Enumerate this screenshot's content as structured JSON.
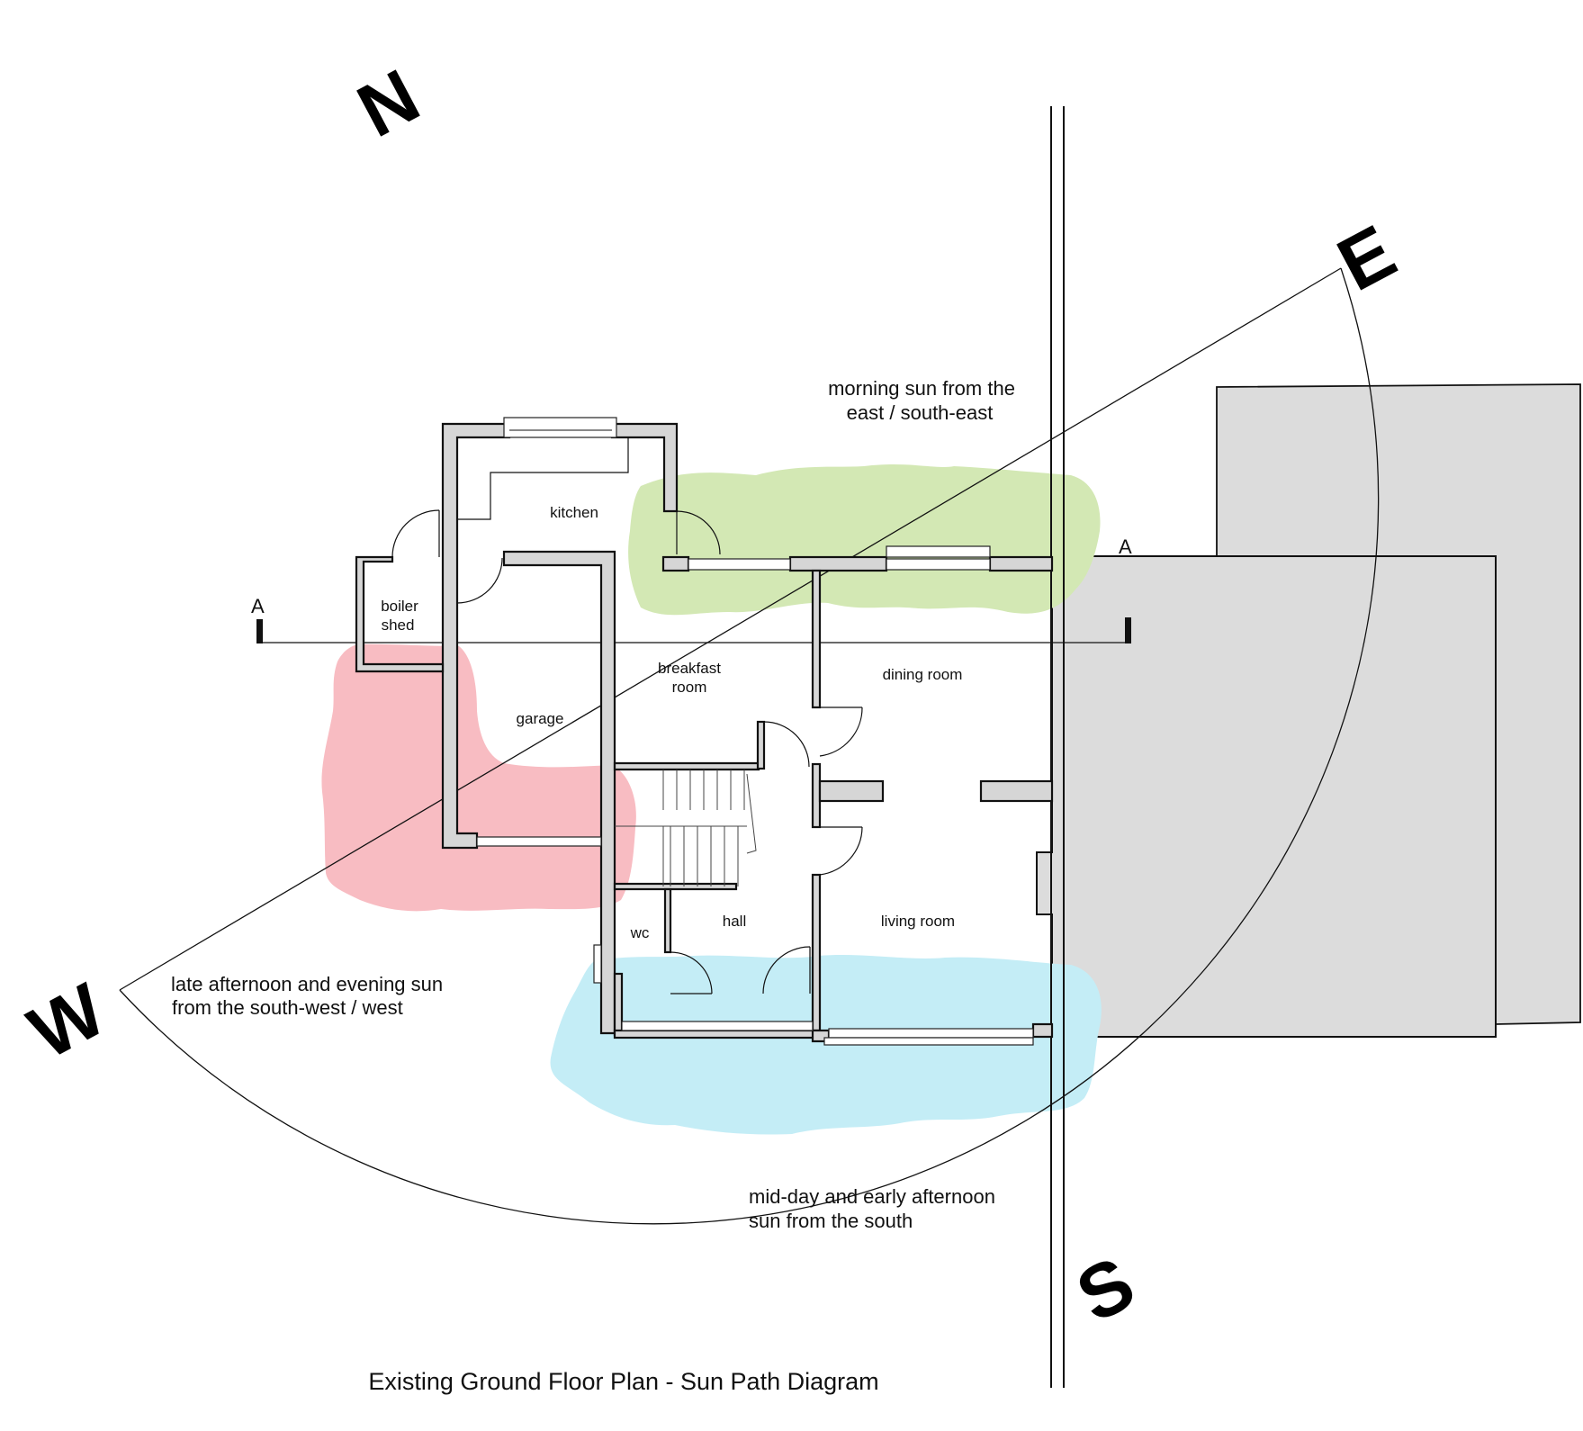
{
  "title": "Existing Ground Floor Plan - Sun Path Diagram",
  "compass": {
    "north": "N",
    "east": "E",
    "south": "S",
    "west": "W"
  },
  "section_marker": {
    "left": "A",
    "right": "A"
  },
  "rooms": {
    "kitchen": "kitchen",
    "boiler_shed": [
      "boiler",
      "shed"
    ],
    "breakfast_room": [
      "breakfast",
      "room"
    ],
    "garage": "garage",
    "dining_room": "dining room",
    "hall": "hall",
    "wc": "wc",
    "living_room": "living room"
  },
  "sun_notes": {
    "morning": [
      "morning sun from the",
      "east / south-east"
    ],
    "midday": [
      "mid-day and early afternoon",
      "sun from the south"
    ],
    "evening": [
      "late afternoon and evening sun",
      "from the south-west / west"
    ]
  },
  "colors": {
    "morning_zone": "#d3e8b4",
    "midday_zone": "#c4edf6",
    "evening_zone": "#f8bcc2",
    "neighbour": "#dcdcdc",
    "wall_fill": "#d6d6d6"
  }
}
